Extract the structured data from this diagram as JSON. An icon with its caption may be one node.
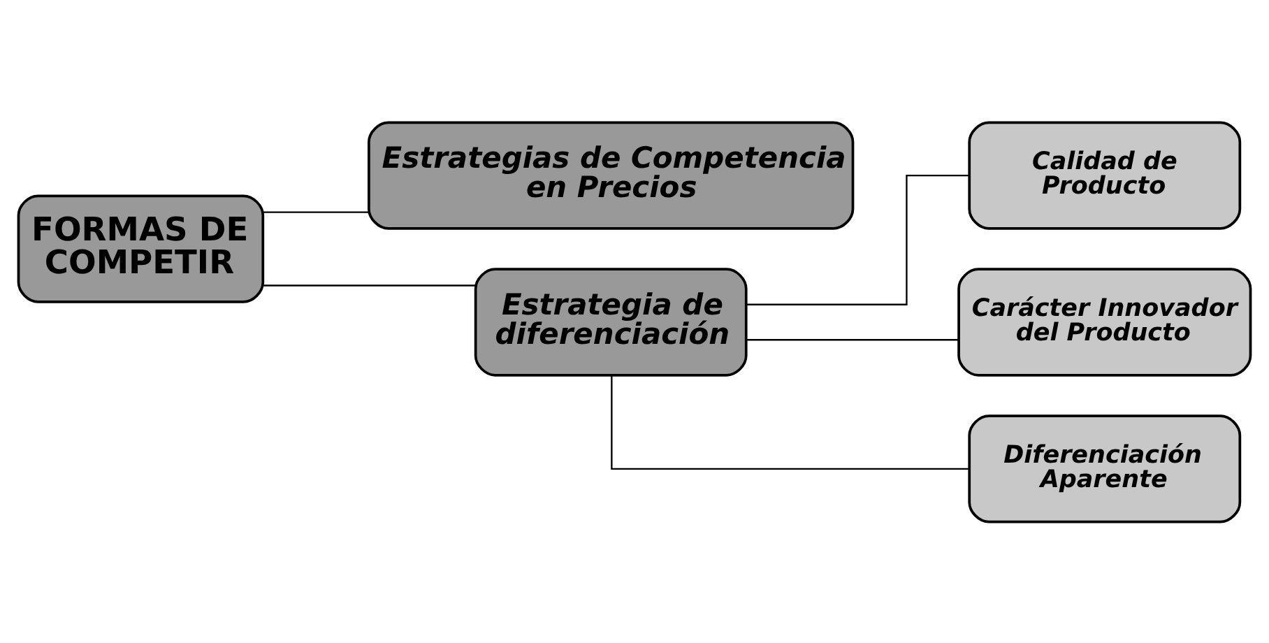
{
  "diagram": {
    "nodes": [
      {
        "text": [
          "FORMAS DE COMPETIR"
        ]
      },
      {
        "text": [
          "Estrategias de Competencia en Precios"
        ]
      },
      {
        "text": [
          "Estrategia de diferenciación"
        ]
      },
      {
        "text": [
          "Calidad de Producto"
        ]
      },
      {
        "text": [
          "Carácter Innovador del Producto"
        ]
      },
      {
        "text": [
          "Diferenciación Aparente"
        ]
      }
    ],
    "edges": [
      {
        "from": 0,
        "to": 1,
        "arrow": "none"
      },
      {
        "from": 0,
        "to": 2,
        "arrow": "none"
      },
      {
        "from": 2,
        "to": 3,
        "arrow": "none"
      },
      {
        "from": 2,
        "to": 4,
        "arrow": "none"
      },
      {
        "from": 2,
        "to": 5,
        "arrow": "none"
      }
    ]
  }
}
